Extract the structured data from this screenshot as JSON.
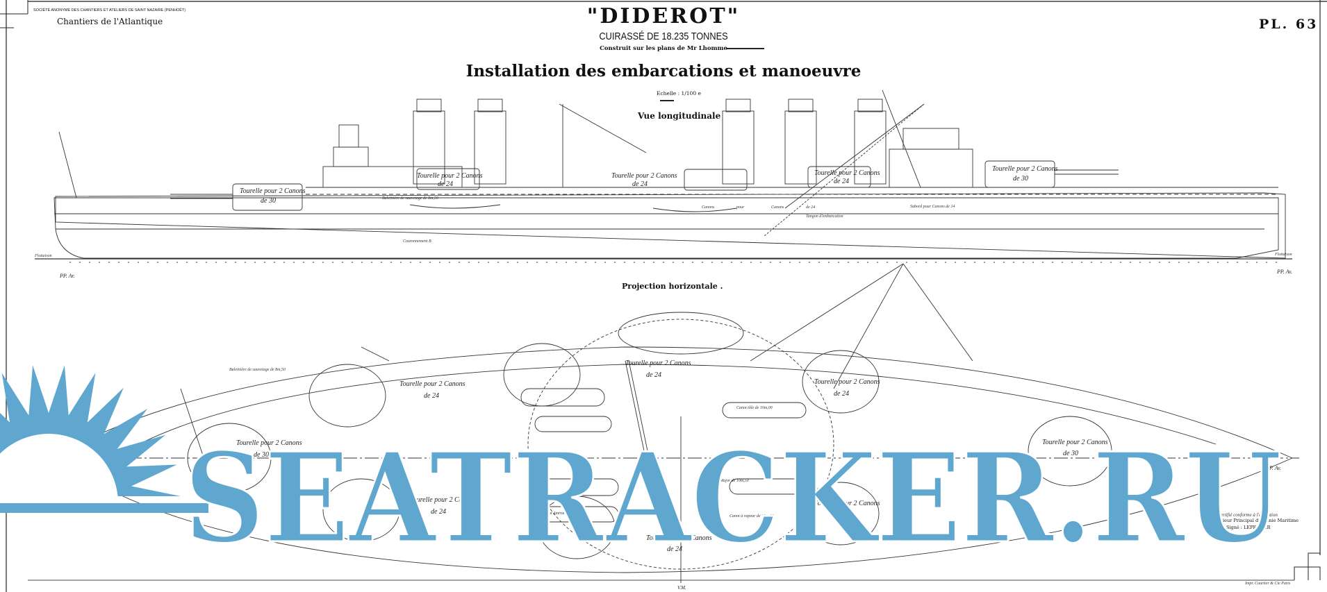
{
  "header": {
    "company_line": "SOCIÉTÉ ANONYME DES CHANTIERS ET ATELIERS DE SAINT NAZAIRE (PENHOËT)",
    "company_name": "Chantiers de l'Atlantique",
    "ship_name": "\"DIDEROT\"",
    "ship_type": "CUIRASSÉ DE 18.235 TONNES",
    "designer": "Construit sur les plans de Mr Lhomme",
    "plate_number": "PL. 63",
    "title": "Installation des embarcations et manoeuvre",
    "scale": "Echelle : 1/100 e"
  },
  "views": {
    "elevation_title": "Vue longitudinale",
    "plan_title": "Projection horizontale ."
  },
  "elevation_labels": {
    "turret_aft_30": [
      "Tourelle pour 2 Canons",
      "de 30"
    ],
    "turret_24_a": [
      "Tourelle pour 2 Canons",
      "de 24"
    ],
    "turret_24_b": [
      "Tourelle pour 2 Canons",
      "de 24"
    ],
    "turret_24_c": [
      "Tourelle pour 2 Canons",
      "de 24"
    ],
    "turret_fwd_30": [
      "Tourelle pour 2 Canons",
      "de 30"
    ],
    "casemate": [
      "Canons",
      "pour",
      "Canons",
      "de 24"
    ],
    "sabord": "Sabord pour Canons de 14",
    "baleiniere": "Baleinière de sauvetage de 8m,50",
    "flottaison_left": "Flottaison",
    "flottaison_right": "Flottaison",
    "pp_ar": "PP. Ar.",
    "pp_av": "PP. Av.",
    "tangon": "Tangon d'embarcation",
    "couronnement": "Couronnement B"
  },
  "plan_labels": {
    "turret_30_aft": [
      "Tourelle pour 2 Canons",
      "de 30"
    ],
    "turret_24_port_aft": [
      "Tourelle pour 2 Canons",
      "de 24"
    ],
    "turret_24_stbd_aft": [
      "Tourelle pour 2 Canons",
      "de 24"
    ],
    "turret_24_port_mid": [
      "Tourelle pour 2 Canons",
      "de 24"
    ],
    "turret_24_stbd_mid": [
      "Tourelle pour 2 Canons",
      "de 24"
    ],
    "turret_24_fwd_port": [
      "Tourelle pour 2 Canons",
      "de 24"
    ],
    "turret_24_fwd_stbd": [
      "Tourelle pour 2 Canons",
      "de 24"
    ],
    "turret_30_fwd": [
      "Tourelle pour 2 Canons",
      "de 30"
    ],
    "canot_major": "Canot Major de 10m,50",
    "canot_amiral": "Canot Amiral de 10m,00",
    "canot_vapeur": "Canot à vapeur de 10m,00",
    "canot_tole": "Canot tôle de 10m,00",
    "baleiniere": "Baleinière de sauvetage de 8m,50",
    "pp_ar": "PP. Ar.",
    "pp_av": "PP. Av.",
    "vm": "V.M."
  },
  "certification": {
    "line1": "Certifié conforme à l'exécution",
    "line2": "L'Ingénieur Principal du Génie Maritime",
    "line3": "Signé : LEPELTIER"
  },
  "printer": "Impr. Courtier & Cie Paris",
  "watermark": {
    "text": "SEATRACKER.RU",
    "color": "#5FA7CF"
  }
}
